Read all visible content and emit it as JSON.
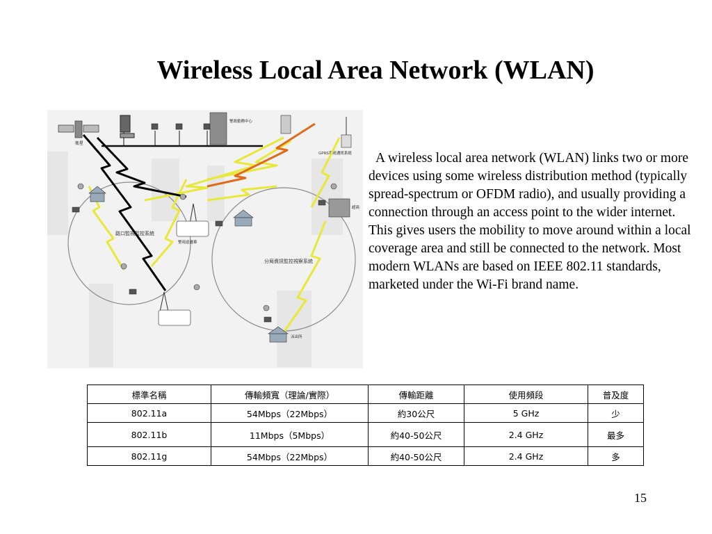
{
  "slide": {
    "title": "Wireless Local Area Network (WLAN)",
    "paragraph": "A wireless local area network (WLAN) links two or more devices using some wireless distribution method (typically spread-spectrum or OFDM radio), and usually providing a connection through an access point to the wider internet. This gives users the mobility to move around within a local coverage area and still be connected to the network. Most modern WLANs are based on IEEE 802.11 standards, marketed under the Wi-Fi brand name.",
    "page_number": "15"
  },
  "figure": {
    "left_zone_label": "路口監視監控系統",
    "right_zone_label": "分局資訊監控視察系統",
    "labels": {
      "satellite": "衛星",
      "center": "警政勤務中心",
      "gprs": "GPRS系統通訊系統",
      "police_car": "警用巡邏車",
      "store": "超商",
      "police_box": "派出所"
    },
    "colors": {
      "background": "#f2f2f2",
      "link_black": "#000000",
      "link_yellow": "#e8e83a",
      "link_orange": "#e06a1a",
      "zone": "#8a8a8a"
    }
  },
  "table": {
    "headers": [
      "標準名稱",
      "傳輸頻寬（理論/實際）",
      "傳輸距離",
      "使用頻段",
      "普及度"
    ],
    "rows": [
      [
        "802.11a",
        "54Mbps（22Mbps）",
        "約30公尺",
        "5 GHz",
        "少"
      ],
      [
        "802.11b",
        "11Mbps（5Mbps）",
        "約40-50公尺",
        "2.4 GHz",
        "最多"
      ],
      [
        "802.11g",
        "54Mbps（22Mbps）",
        "約40-50公尺",
        "2.4 GHz",
        "多"
      ]
    ]
  }
}
